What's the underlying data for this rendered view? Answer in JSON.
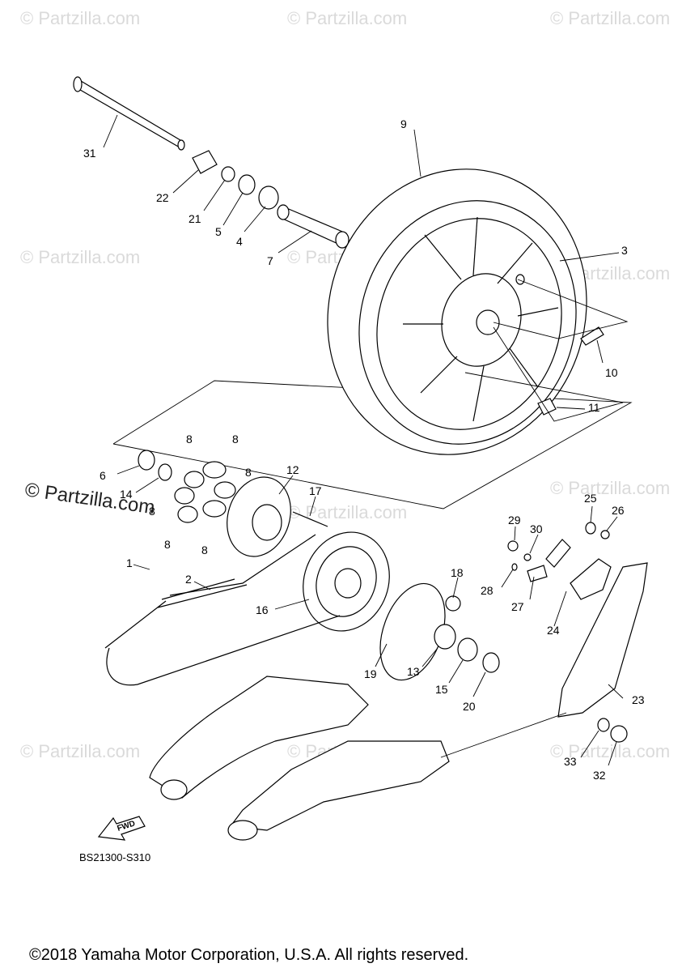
{
  "watermark": "© Partzilla.com",
  "diagram_code": "BS21300-S310",
  "copyright": "©2018 Yamaha Motor Corporation, U.S.A. All rights reserved.",
  "fwd_label": "FWD",
  "callouts": {
    "p1": "1",
    "p2": "2",
    "p3": "3",
    "p4": "4",
    "p5": "5",
    "p6": "6",
    "p7": "7",
    "p8a": "8",
    "p8b": "8",
    "p8c": "8",
    "p8d": "8",
    "p8e": "8",
    "p8f": "8",
    "p9": "9",
    "p10": "10",
    "p11": "11",
    "p12": "12",
    "p13": "13",
    "p14": "14",
    "p15": "15",
    "p16": "16",
    "p17": "17",
    "p18": "18",
    "p19": "19",
    "p20": "20",
    "p21": "21",
    "p22": "22",
    "p23": "23",
    "p24": "24",
    "p25": "25",
    "p26": "26",
    "p27": "27",
    "p28": "28",
    "p29": "29",
    "p30": "30",
    "p31": "31",
    "p32": "32",
    "p33": "33"
  }
}
